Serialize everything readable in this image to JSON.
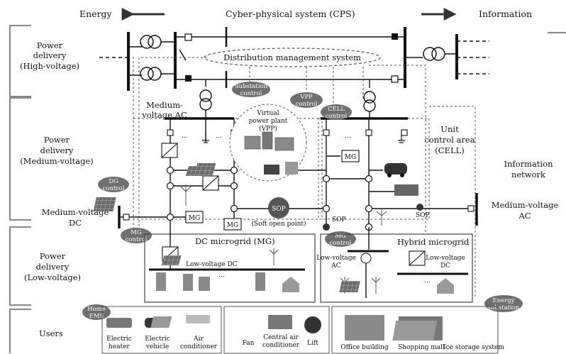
{
  "header": {
    "energy": "Energy",
    "cps": "Cyber-physical system (CPS)",
    "information": "Information"
  },
  "sections": {
    "hv": [
      "Power",
      "delivery",
      "(High-voltage)"
    ],
    "mv": [
      "Power",
      "delivery",
      "(Medium-voltage)"
    ],
    "mvdc": [
      "Medium-voltage",
      "DC"
    ],
    "lv": [
      "Power",
      "delivery",
      "(Low-voltage)"
    ],
    "users": "Users"
  },
  "right_labels": {
    "info_network": [
      "Information",
      "network"
    ],
    "mvac_right": [
      "Medium-voltage",
      "AC"
    ],
    "unit_cell": [
      "Unit",
      "control area",
      "(CELL)"
    ]
  },
  "dms": "Distribution management system",
  "mvac_left": [
    "Medium-",
    "voltage AC"
  ],
  "vpp": [
    "Virtual",
    "power plant",
    "(VPP)"
  ],
  "pills": {
    "substation": [
      "Substation",
      "control"
    ],
    "vpp_control": [
      "VPP",
      "control"
    ],
    "cell_control": [
      "CELL",
      "control"
    ],
    "dg_control": [
      "DG",
      "control"
    ],
    "mg_control_left": [
      "MG",
      "control"
    ],
    "mg_control_right": [
      "MG",
      "control"
    ],
    "home_ems": [
      "Home",
      "EMS"
    ],
    "energy_substation": [
      "Energy",
      "substation"
    ]
  },
  "sop": {
    "center": "SOP",
    "soft_open_point": "(Soft open point)",
    "left": "SOP",
    "right": "SOP"
  },
  "mg_boxes": [
    "MG",
    "MG",
    "MG"
  ],
  "dc_microgrid": "DC microgrid (MG)",
  "low_voltage_dc": "Low-voltage DC",
  "hybrid_microgrid": "Hybrid microgrid",
  "lvac": [
    "Low-voltage",
    "AC"
  ],
  "lvdc": [
    "Low-voltage",
    "DC"
  ],
  "ellipsis": "...",
  "users": {
    "electric_heater": [
      "Electric",
      "heater"
    ],
    "electric_vehicle": [
      "Electric",
      "vehicle"
    ],
    "air_conditioner": [
      "Air",
      "conditioner"
    ],
    "fan": "Fan",
    "central_air": [
      "Central air",
      "conditioner"
    ],
    "lift": "Lift",
    "office": "Office building",
    "mall": "Shopping mall",
    "ice": "Ice storage system"
  },
  "colors": {
    "pill": "#6f6f6f",
    "line": "#111111",
    "dashed": "#555555",
    "panel": "#666666",
    "building": "#8a8a8a"
  }
}
